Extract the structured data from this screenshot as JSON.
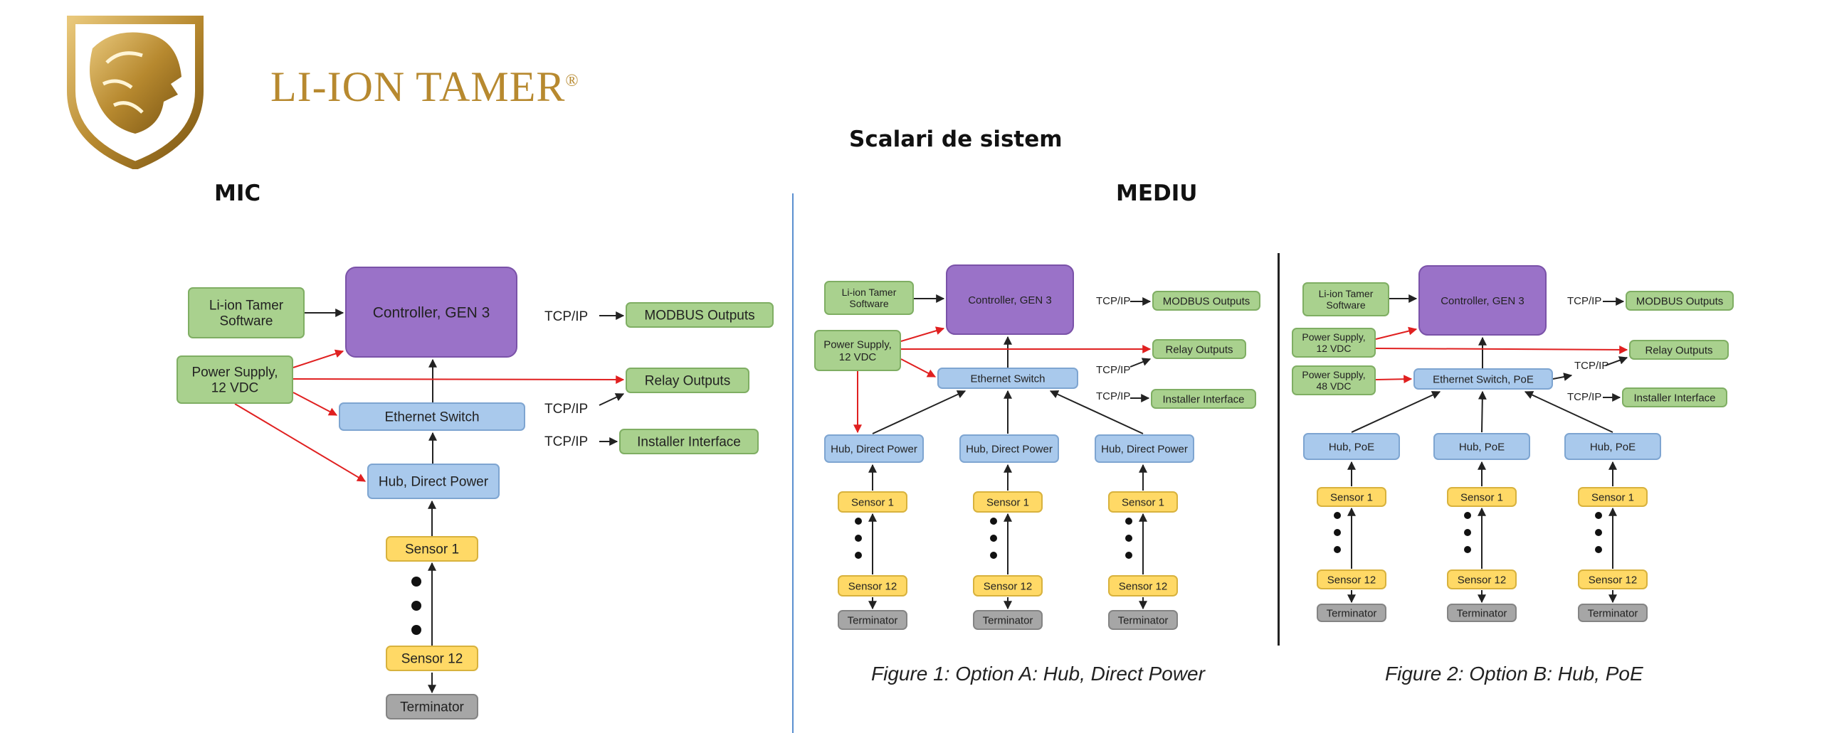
{
  "logo": {
    "text": "LI-ION TAMER",
    "mark": "®"
  },
  "page_title": "Scalari de sistem",
  "sections": {
    "small": "MIC",
    "medium": "MEDIU"
  },
  "diagrams": {
    "mic": {
      "software": "Li-ion Tamer\nSoftware",
      "controller": "Controller, GEN 3",
      "power_supply": "Power Supply,\n12 VDC",
      "ethernet_switch": "Ethernet Switch",
      "hub": "Hub, Direct Power",
      "sensor_first": "Sensor 1",
      "sensor_last": "Sensor 12",
      "terminator": "Terminator",
      "modbus": "MODBUS Outputs",
      "relay": "Relay Outputs",
      "installer": "Installer Interface",
      "tcpip": "TCP/IP"
    },
    "option_a": {
      "software": "Li-ion Tamer\nSoftware",
      "controller": "Controller, GEN 3",
      "power_supply": "Power Supply,\n12 VDC",
      "ethernet_switch": "Ethernet Switch",
      "hub": "Hub, Direct Power",
      "sensor_first": "Sensor 1",
      "sensor_last": "Sensor 12",
      "terminator": "Terminator",
      "modbus": "MODBUS Outputs",
      "relay": "Relay Outputs",
      "installer": "Installer Interface",
      "tcpip": "TCP/IP",
      "caption": "Figure 1: Option A: Hub, Direct Power"
    },
    "option_b": {
      "software": "Li-ion Tamer\nSoftware",
      "controller": "Controller, GEN 3",
      "power_supply_12": "Power Supply,\n12 VDC",
      "power_supply_48": "Power Supply,\n48 VDC",
      "ethernet_switch": "Ethernet Switch, PoE",
      "hub": "Hub, PoE",
      "sensor_first": "Sensor 1",
      "sensor_last": "Sensor 12",
      "terminator": "Terminator",
      "modbus": "MODBUS Outputs",
      "relay": "Relay Outputs",
      "installer": "Installer Interface",
      "tcpip": "TCP/IP",
      "caption": "Figure 2: Option B: Hub, PoE"
    }
  },
  "colors": {
    "green": "#a9d18e",
    "green_border": "#7fae63",
    "purple": "#9a72c8",
    "purple_border": "#7a52a8",
    "blue": "#a9c9ec",
    "blue_border": "#7ea5d1",
    "yellow": "#ffd966",
    "yellow_border": "#d8b23d",
    "gray": "#a6a6a6",
    "gray_border": "#848484",
    "red": "#e02020",
    "gold": "#b7892f"
  }
}
